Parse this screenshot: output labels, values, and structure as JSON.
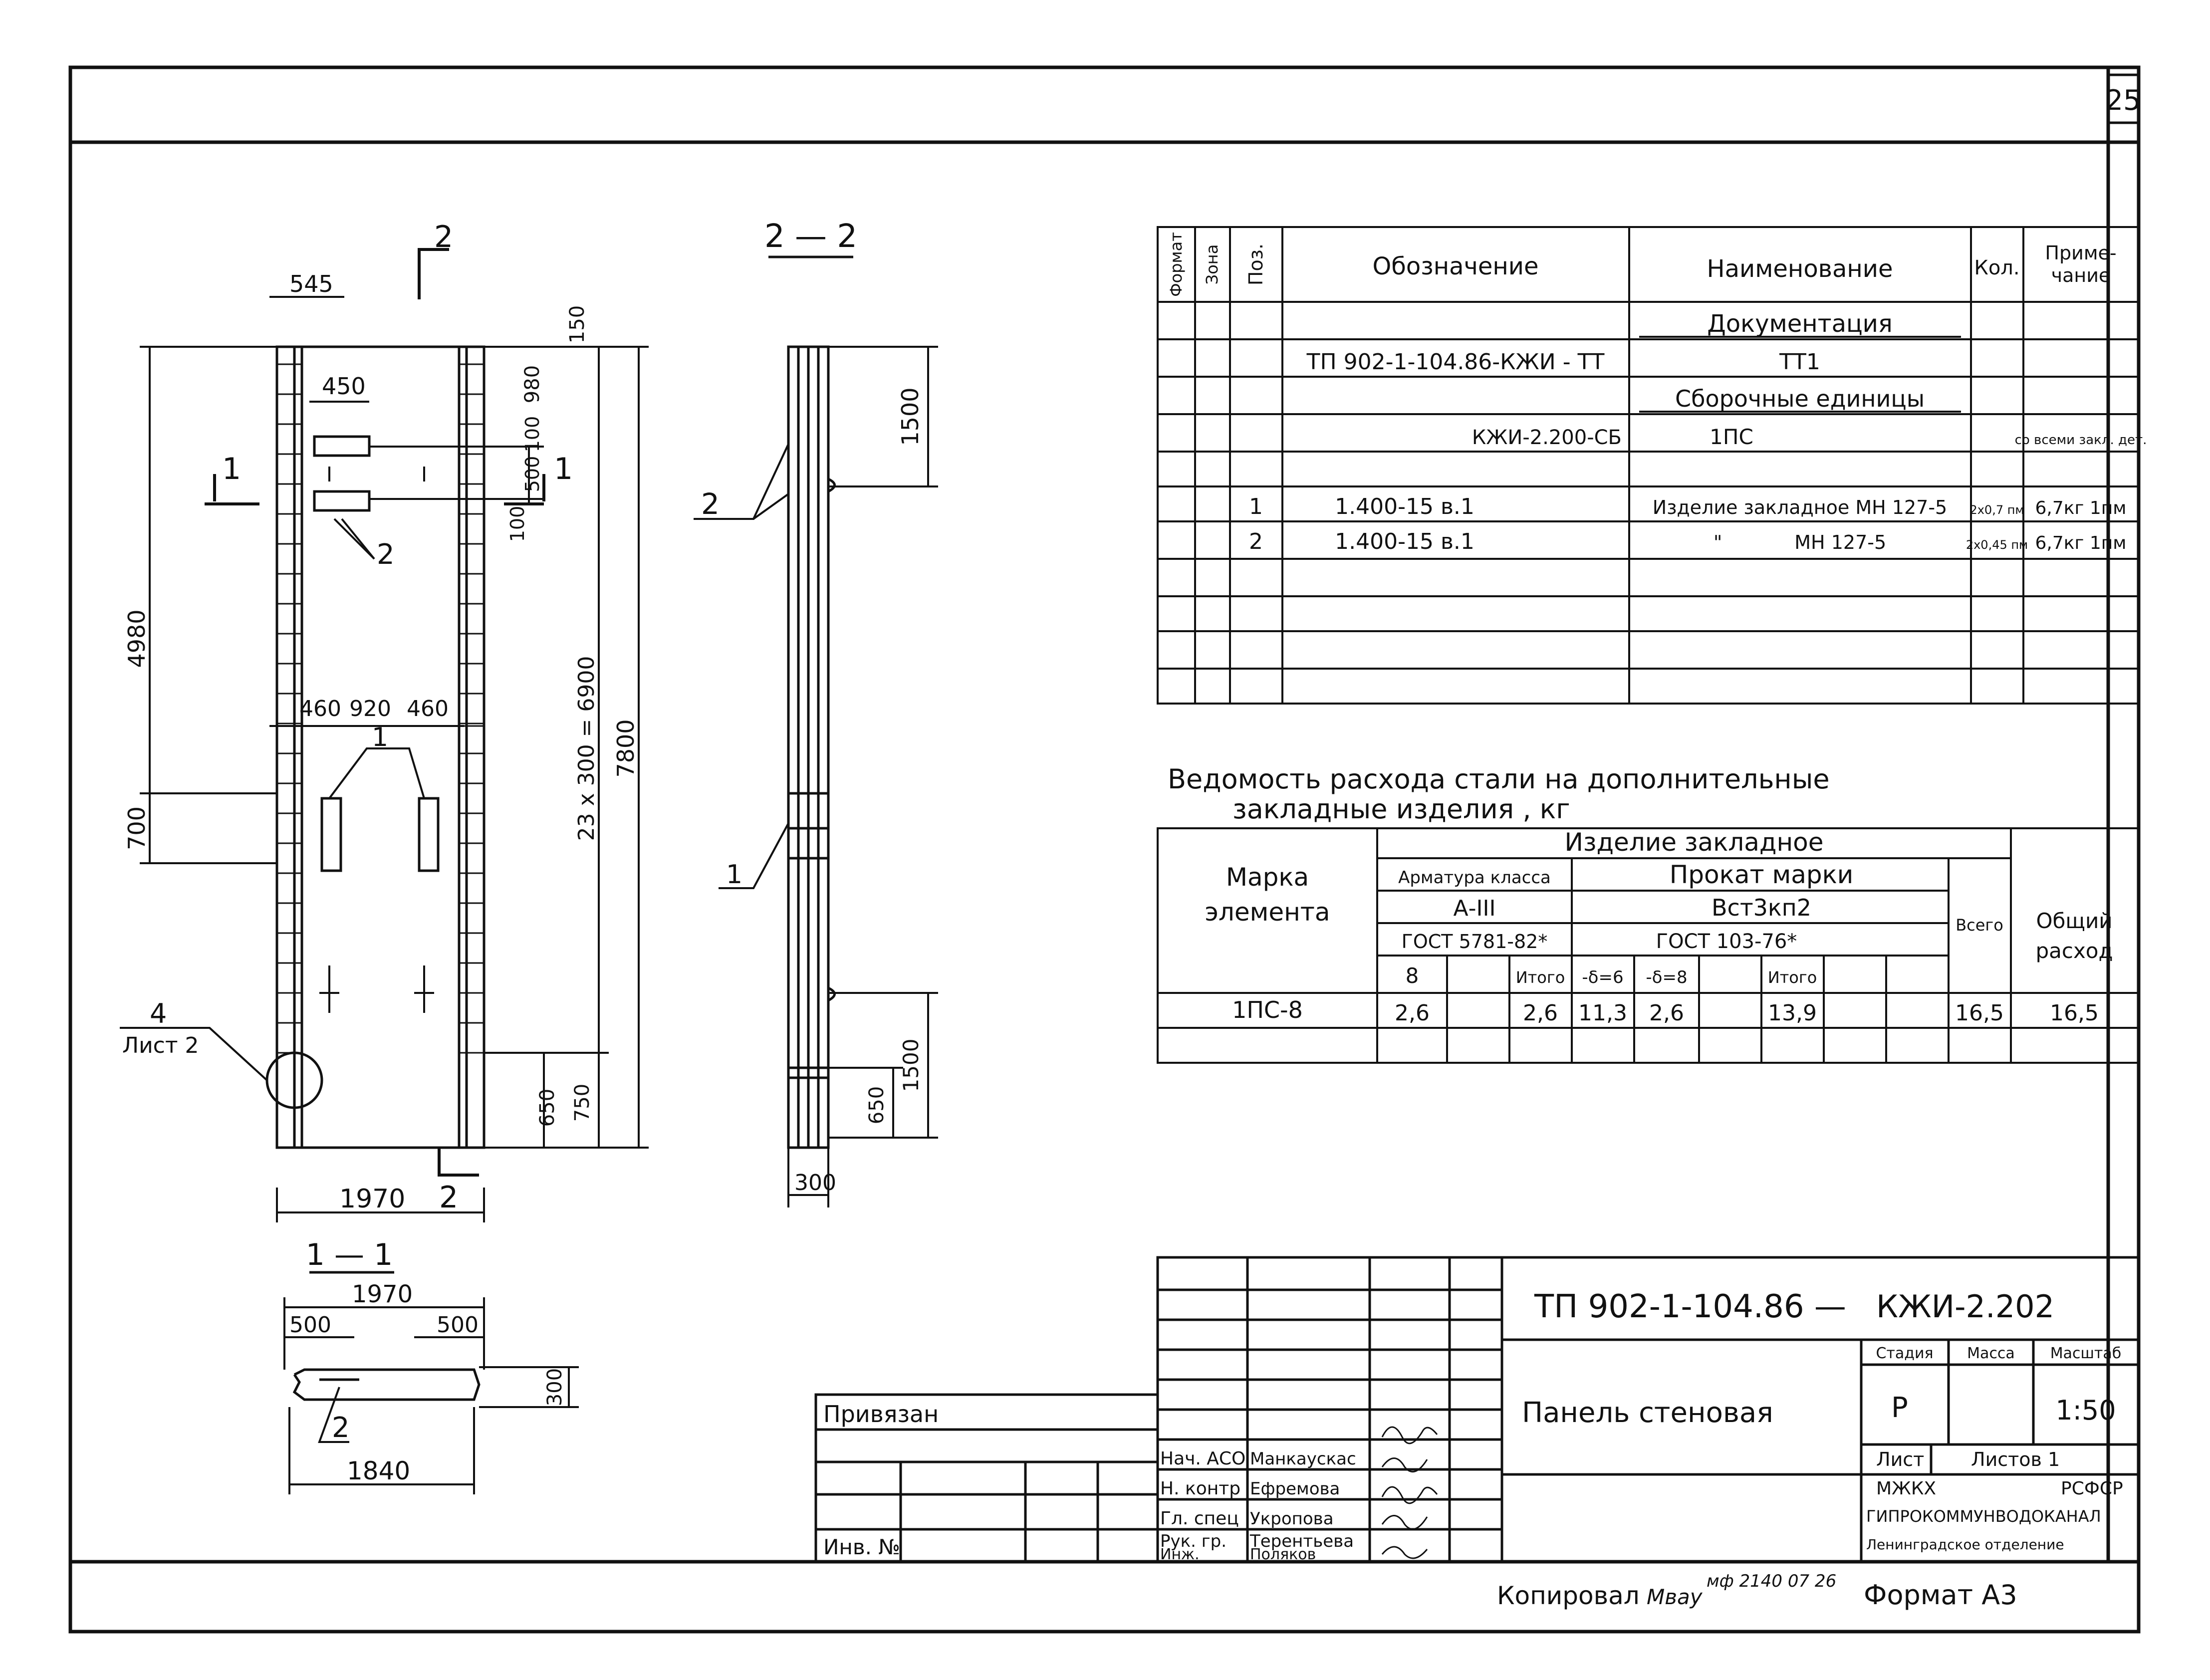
{
  "sheet": {
    "page_number": "25",
    "copied_by": "Копировал",
    "copier_signature": "Мвау",
    "stamp_code": "мф 2140 07 26",
    "format": "Формат А3"
  },
  "views": {
    "elevation": {
      "section_mark_top": "2",
      "section_mark_bottom": "2",
      "section_left": "1",
      "section_right": "1",
      "dim_top_width": "545",
      "dim_plate_width": "450",
      "dim_4980": "4980",
      "dim_700": "700",
      "dim_23x300": "23 x 300 = 6900",
      "dim_7800": "7800",
      "dim_150": "150",
      "dim_980": "980",
      "dim_100a": "100",
      "dim_500": "500",
      "dim_100b": "100",
      "dim_650": "650",
      "dim_750": "750",
      "dim_460a": "460",
      "dim_920": "920",
      "dim_460b": "460",
      "dim_1970": "1970",
      "callout_1": "1",
      "callout_2": "2",
      "callout_4": "4",
      "callout_4_sheet": "Лист 2"
    },
    "section_1_1": {
      "title": "1 — 1",
      "dim_1970": "1970",
      "dim_500a": "500",
      "dim_500b": "500",
      "dim_300": "300",
      "dim_1840": "1840",
      "callout_2": "2"
    },
    "section_2_2": {
      "title": "2 — 2",
      "dim_1500a": "1500",
      "dim_1500b": "1500",
      "dim_650": "650",
      "dim_300": "300",
      "callout_2": "2",
      "callout_1": "1"
    }
  },
  "spec_table": {
    "headers": {
      "format": "Формат",
      "zone": "Зона",
      "pos": "Поз.",
      "designation": "Обозначение",
      "name": "Наименование",
      "qty": "Кол.",
      "note_l1": "Приме-",
      "note_l2": "чание"
    },
    "rows": [
      {
        "pos": "",
        "designation": "",
        "name": "Документация",
        "qty": "",
        "note": ""
      },
      {
        "pos": "",
        "designation": "ТП 902-1-104.86-КЖИ - ТТ",
        "name": "ТТ1",
        "qty": "",
        "note": ""
      },
      {
        "pos": "",
        "designation": "",
        "name": "Сборочные единицы",
        "qty": "",
        "note": ""
      },
      {
        "pos": "",
        "designation": "КЖИ-2.200-СБ",
        "name": "1ПС",
        "qty": "",
        "note": "со всеми закл. дет."
      },
      {
        "pos": "",
        "designation": "",
        "name": "",
        "qty": "",
        "note": ""
      },
      {
        "pos": "1",
        "designation": "1.400-15 в.1",
        "name": "Изделие закладное МН 127-5",
        "qty": "2х0,7 пм",
        "note": "6,7кг 1пм"
      },
      {
        "pos": "2",
        "designation": "1.400-15 в.1",
        "name": "\"            МН 127-5",
        "qty": "2х0,45 пм",
        "note": "6,7кг 1пм"
      },
      {
        "pos": "",
        "designation": "",
        "name": "",
        "qty": "",
        "note": ""
      },
      {
        "pos": "",
        "designation": "",
        "name": "",
        "qty": "",
        "note": ""
      },
      {
        "pos": "",
        "designation": "",
        "name": "",
        "qty": "",
        "note": ""
      },
      {
        "pos": "",
        "designation": "",
        "name": "",
        "qty": "",
        "note": ""
      }
    ]
  },
  "steel_table": {
    "title_l1": "Ведомость расхода стали на дополнительные",
    "title_l2": "закладные изделия , кг",
    "h_element_l1": "Марка",
    "h_element_l2": "элемента",
    "h_item": "Изделие закладное",
    "h_rebar_class": "Арматура класса",
    "h_rebar_grade": "А-III",
    "h_rebar_gost": "ГОСТ 5781-82*",
    "h_rolled": "Прокат марки",
    "h_rolled_grade": "Вст3кп2",
    "h_rolled_gost": "ГОСТ 103-76*",
    "h_d8": "8",
    "h_total1": "Итого",
    "h_t6": "-δ=6",
    "h_t8": "-δ=8",
    "h_total2": "Итого",
    "h_all": "Всего",
    "h_general_l1": "Общий",
    "h_general_l2": "расход",
    "row": {
      "element": "1ПС-8",
      "d8": "2,6",
      "total1": "2,6",
      "t6": "11,3",
      "t8": "2,6",
      "total2": "13,9",
      "all": "16,5",
      "general": "16,5"
    }
  },
  "title_block": {
    "doc_code_l": "ТП 902-1-104.86 —",
    "doc_code_r": "КЖИ-2.202",
    "product": "Панель стеновая",
    "stage_h": "Стадия",
    "mass_h": "Масса",
    "scale_h": "Масштаб",
    "stage": "Р",
    "scale": "1:50",
    "sheet_h": "Лист",
    "sheets_h": "Листов 1",
    "org_l1a": "МЖКХ",
    "org_l1b": "РСФСР",
    "org_l2": "ГИПРОКОММУНВОДОКАНАЛ",
    "org_l3": "Ленинградское отделение",
    "tied": "Привязан",
    "inv": "Инв. №",
    "staff": [
      {
        "role": "Нач. АСО",
        "name": "Манкаускас"
      },
      {
        "role": "Н. контр",
        "name": "Ефремова"
      },
      {
        "role": "Гл. спец",
        "name": "Укропова"
      },
      {
        "role": "Рук. гр.",
        "name": "Терентьева"
      },
      {
        "role": "Инж.",
        "name": "Поляков"
      }
    ]
  }
}
